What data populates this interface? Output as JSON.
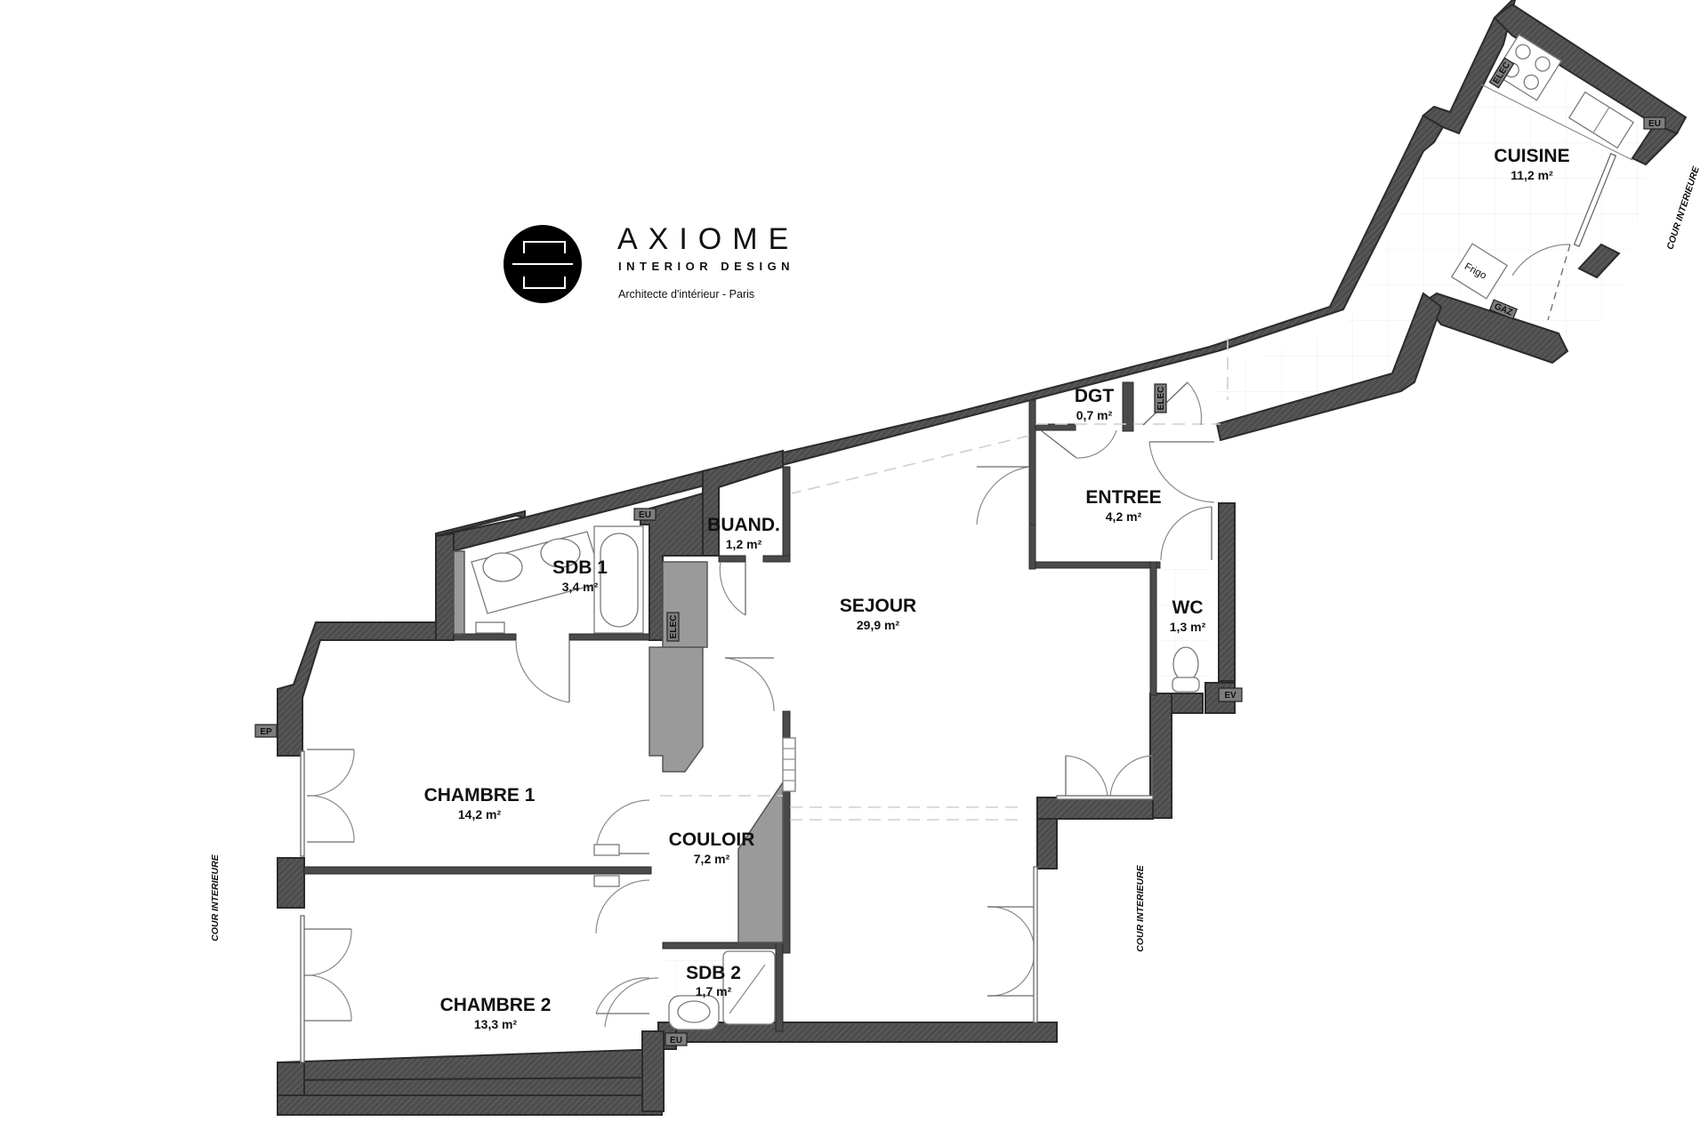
{
  "brand": {
    "name": "AXIOME",
    "subtitle": "INTERIOR DESIGN",
    "tagline": "Architecte d'intérieur - Paris",
    "logo_icon": "circle-frame-logo"
  },
  "rooms": [
    {
      "id": "cuisine",
      "name": "CUISINE",
      "area": "11,2 m²"
    },
    {
      "id": "dgt",
      "name": "DGT",
      "area": "0,7 m²"
    },
    {
      "id": "entree",
      "name": "ENTREE",
      "area": "4,2 m²"
    },
    {
      "id": "wc",
      "name": "WC",
      "area": "1,3 m²"
    },
    {
      "id": "sejour",
      "name": "SEJOUR",
      "area": "29,9 m²"
    },
    {
      "id": "buand",
      "name": "BUAND.",
      "area": "1,2 m²"
    },
    {
      "id": "sdb1",
      "name": "SDB 1",
      "area": "3,4 m²"
    },
    {
      "id": "chambre1",
      "name": "CHAMBRE 1",
      "area": "14,2 m²"
    },
    {
      "id": "couloir",
      "name": "COULOIR",
      "area": "7,2 m²"
    },
    {
      "id": "sdb2",
      "name": "SDB 2",
      "area": "1,7 m²"
    },
    {
      "id": "chambre2",
      "name": "CHAMBRE 2",
      "area": "13,3 m²"
    }
  ],
  "tags": {
    "elec": "ELEC",
    "eu": "EU",
    "ev": "EV",
    "ep": "EP",
    "gaz": "GAZ",
    "frigo": "Frigo"
  },
  "exterior_labels": {
    "cour_left": "COUR INTERIEURE",
    "cour_center": "COUR INTERIEURE",
    "cour_right": "COUR INTERIEURE"
  },
  "colors": {
    "wall": "#4a4a4a",
    "gaine": "#9a9a9a",
    "background": "#ffffff",
    "text": "#111111"
  }
}
